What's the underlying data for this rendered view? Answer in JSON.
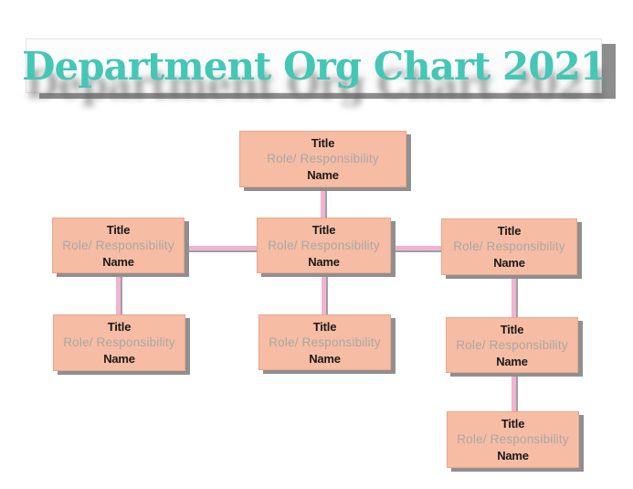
{
  "header": {
    "title": "Department Org Chart 2021"
  },
  "colors": {
    "title_teal": "#44C7B6",
    "banner_bg": "#FCFCFC",
    "banner_shadow": "#8D8D8D",
    "box_fill": "#F6BCA4",
    "box_border": "#E9A68C",
    "box_shadow": "#8F8F8F",
    "connector_pink": "#F2B3D1",
    "label_text": "#1A1A1A",
    "role_text": "#A8A8A8"
  },
  "nodes": [
    {
      "id": "level-1-root",
      "title": "Title",
      "role": "Role/ Responsibility",
      "name": "Name"
    },
    {
      "id": "level-2-left",
      "title": "Title",
      "role": "Role/ Responsibility",
      "name": "Name"
    },
    {
      "id": "level-2-center",
      "title": "Title",
      "role": "Role/ Responsibility",
      "name": "Name"
    },
    {
      "id": "level-2-right",
      "title": "Title",
      "role": "Role/ Responsibility",
      "name": "Name"
    },
    {
      "id": "level-3-left",
      "title": "Title",
      "role": "Role/ Responsibility",
      "name": "Name"
    },
    {
      "id": "level-3-center",
      "title": "Title",
      "role": "Role/ Responsibility",
      "name": "Name"
    },
    {
      "id": "level-3-right",
      "title": "Title",
      "role": "Role/ Responsibility",
      "name": "Name"
    },
    {
      "id": "level-4-right",
      "title": "Title",
      "role": "Role/ Responsibility",
      "name": "Name"
    }
  ]
}
